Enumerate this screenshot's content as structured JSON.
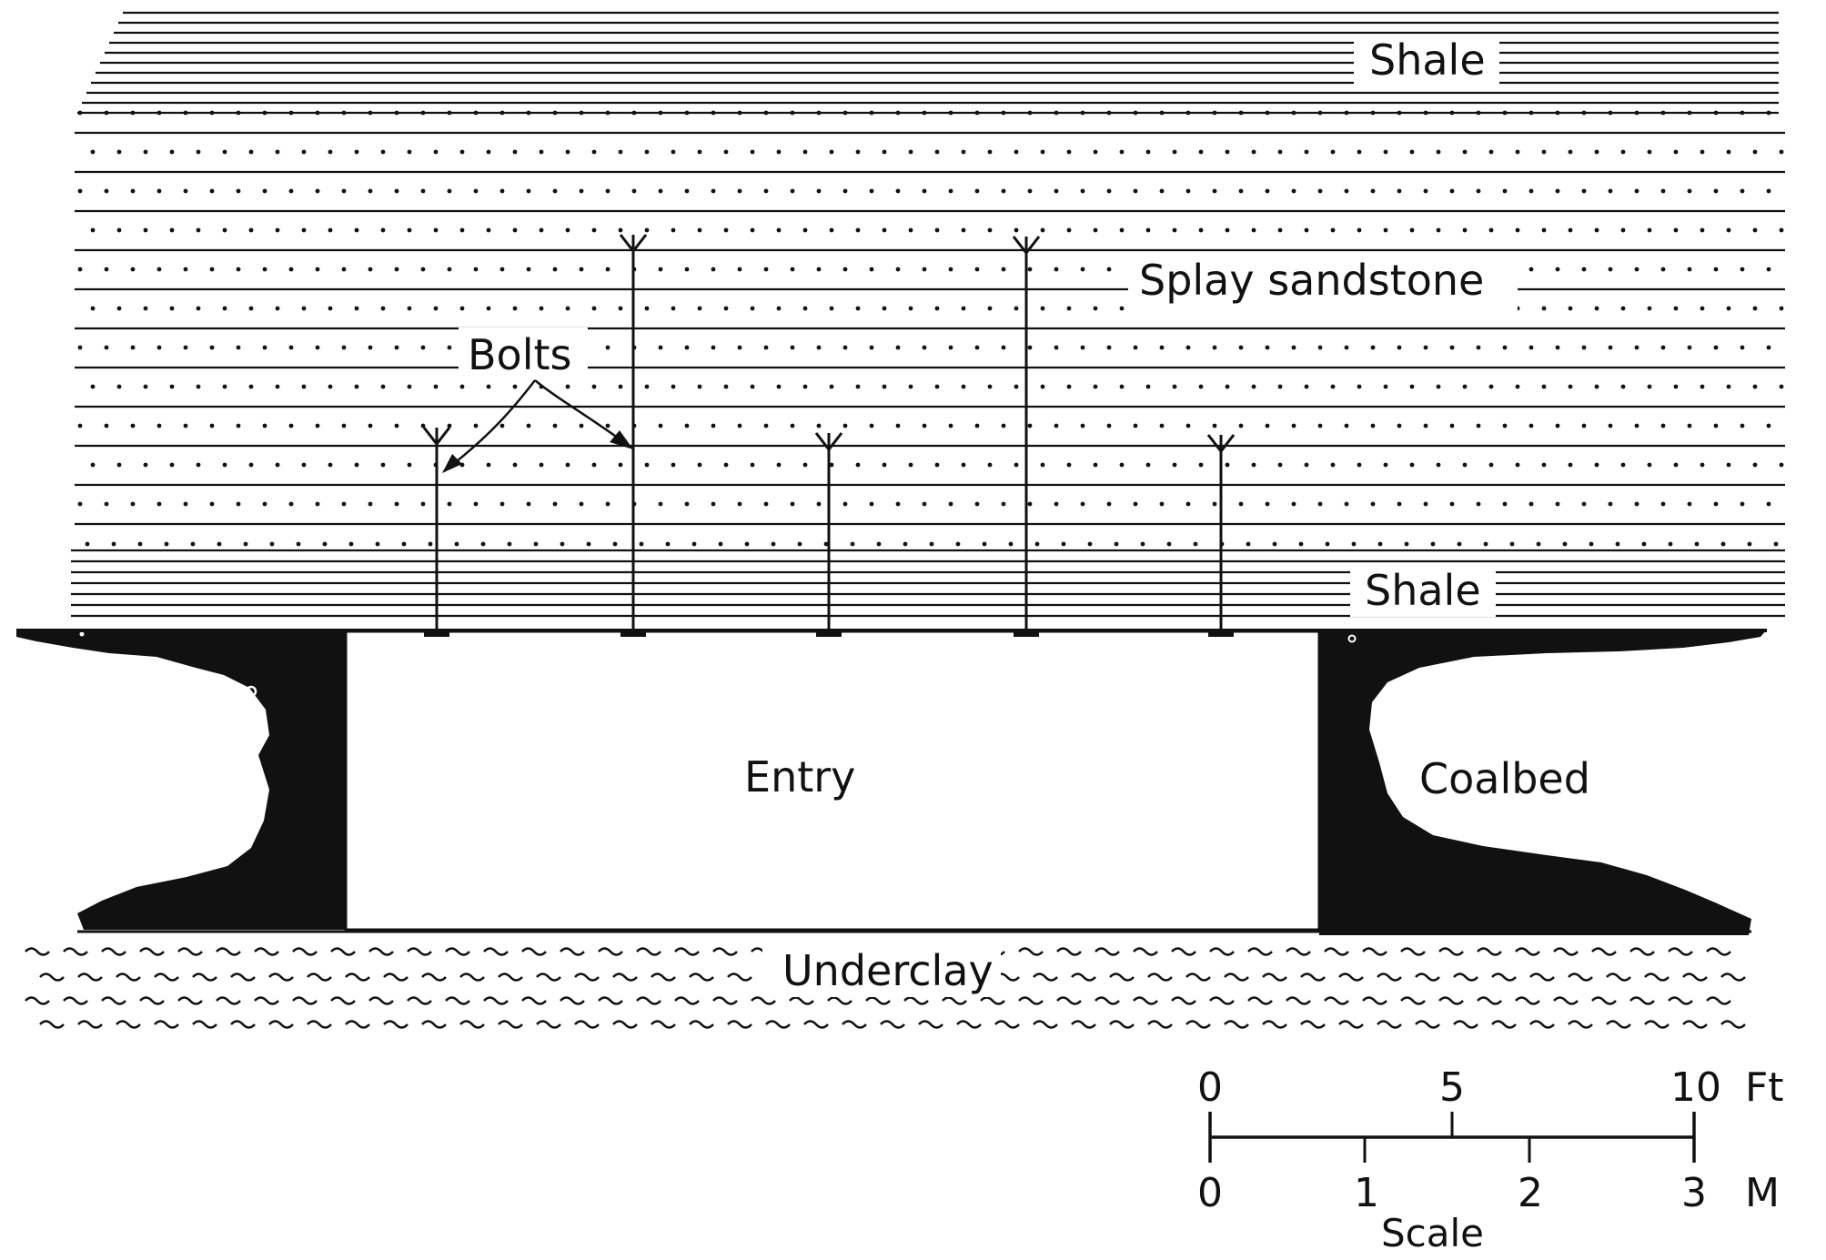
{
  "labels": {
    "shale_top": "Shale",
    "splay_sandstone": "Splay sandstone",
    "bolts": "Bolts",
    "shale_bottom": "Shale",
    "entry": "Entry",
    "coalbed": "Coalbed",
    "underclay": "Underclay"
  },
  "scale": {
    "title": "Scale",
    "feet_ticks": [
      "0",
      "5",
      "10"
    ],
    "feet_unit": "Ft",
    "meter_ticks": [
      "0",
      "1",
      "2",
      "3"
    ],
    "meter_unit": "M"
  },
  "colors": {
    "ink": "#111111",
    "paper": "#ffffff"
  }
}
